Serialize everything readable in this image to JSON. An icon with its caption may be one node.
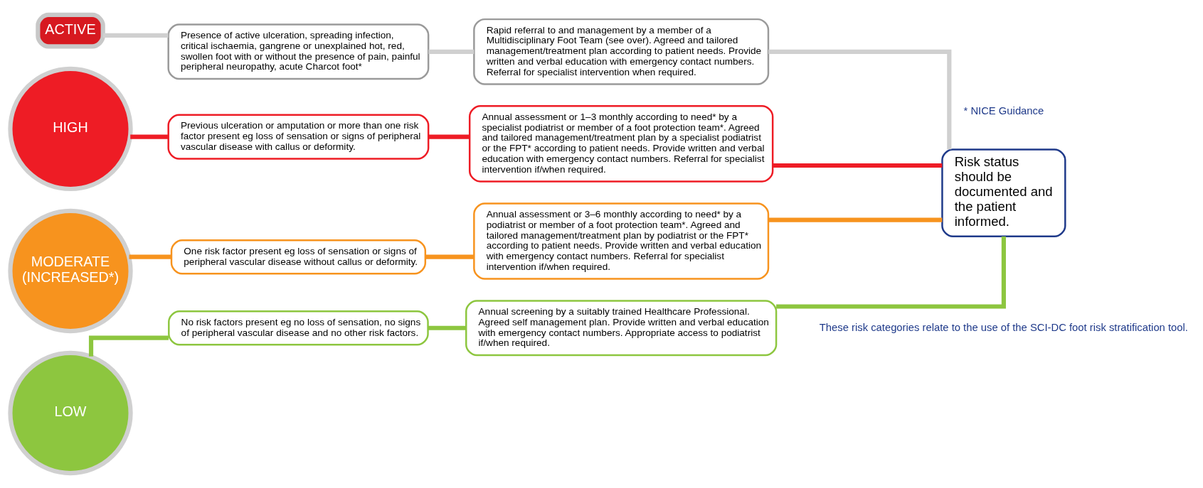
{
  "diagram": {
    "nodes": [
      {
        "text": [
          "ACTIVE"
        ]
      },
      {
        "text": [
          "Presence of active ulceration, spreading infection, critical ischaemia, gangrene or unexplained hot, red, swollen foot with or without the presence of pain, painful peripheral neuropathy, acute Charcot foot*"
        ]
      },
      {
        "text": [
          "Rapid referral to and management by a member of a Multidisciplinary Foot Team (see over). Agreed and tailored management/treatment plan according to patient needs. Provide written and verbal education with emergency contact numbers. Referral for specialist intervention when required."
        ]
      },
      {
        "text": [
          "HIGH"
        ]
      },
      {
        "text": [
          "Previous ulceration or amputation or more than one risk factor present eg loss of sensation or signs of peripheral vascular disease with callus or deformity."
        ]
      },
      {
        "text": [
          "Annual assessment or 1–3 monthly according to need* by a specialist podiatrist or member of a foot protection team*. Agreed and tailored management/treatment plan by a specialist podiatrist or the FPT* according to patient needs. Provide written and verbal education with emergency contact numbers. Referral for specialist intervention if/when required."
        ]
      },
      {
        "text": [
          "MODERATE",
          "(INCREASED*)"
        ]
      },
      {
        "text": [
          "One risk factor present eg loss of sensation or signs of peripheral vascular disease without callus or deformity."
        ]
      },
      {
        "text": [
          "Annual assessment or 3–6 monthly according to need* by a podiatrist or member of a foot protection team*. Agreed and tailored management/treatment plan by podiatrist or the FPT* according to patient needs. Provide written and verbal education with emergency contact numbers. Referral for specialist intervention if/when required."
        ]
      },
      {
        "text": [
          "LOW"
        ]
      },
      {
        "text": [
          "No risk factors present eg no loss of sensation, no signs of peripheral vascular disease and no other risk factors."
        ]
      },
      {
        "text": [
          "Annual screening by a suitably trained Healthcare Professional. Agreed self management plan. Provide written and verbal education with emergency contact numbers. Appropriate access to podiatrist if/when required."
        ]
      },
      {
        "text": [
          "Risk status should be documented and the patient informed."
        ]
      }
    ],
    "edges": [
      {
        "from": 0,
        "to": 1,
        "arrow": "none",
        "color": "#d0d0d0"
      },
      {
        "from": 1,
        "to": 2,
        "arrow": "none",
        "color": "#d0d0d0"
      },
      {
        "from": 2,
        "to": 12,
        "arrow": "none",
        "color": "#d0d0d0"
      },
      {
        "from": 3,
        "to": 4,
        "arrow": "none",
        "color": "#ee1c25"
      },
      {
        "from": 4,
        "to": 5,
        "arrow": "none",
        "color": "#ee1c25"
      },
      {
        "from": 5,
        "to": 12,
        "arrow": "none",
        "color": "#ee1c25"
      },
      {
        "from": 6,
        "to": 7,
        "arrow": "none",
        "color": "#f7931e"
      },
      {
        "from": 7,
        "to": 8,
        "arrow": "none",
        "color": "#f7931e"
      },
      {
        "from": 8,
        "to": 12,
        "arrow": "none",
        "color": "#f7931e"
      },
      {
        "from": 9,
        "to": 10,
        "arrow": "none",
        "color": "#8dc63f"
      },
      {
        "from": 10,
        "to": 11,
        "arrow": "none",
        "color": "#8dc63f"
      },
      {
        "from": 11,
        "to": 12,
        "arrow": "none",
        "color": "#8dc63f"
      }
    ],
    "labels": [
      "These risk categories relate to the use of the SCI-DC foot risk stratification tool.",
      "* NICE Guidance"
    ]
  }
}
